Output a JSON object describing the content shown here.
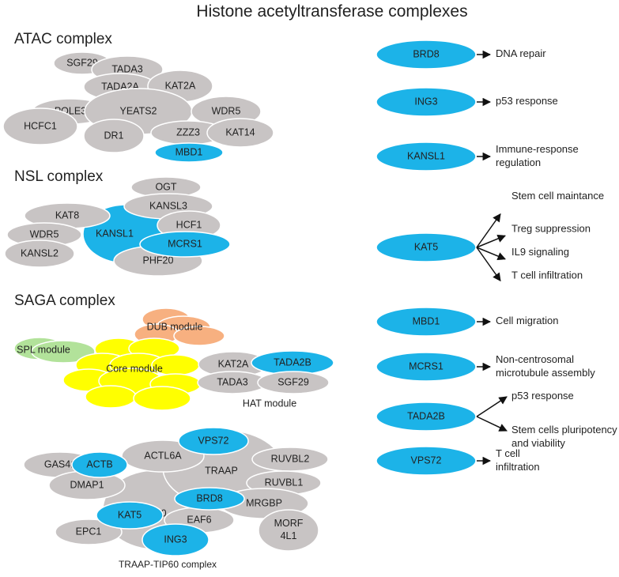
{
  "title": "Histone acetyltransferase complexes",
  "colors": {
    "grey": "#c8c4c4",
    "blue": "#1cb3e8",
    "orange": "#f7b080",
    "green": "#b2e29a",
    "yellow": "#ffff00",
    "outline": "#ffffff",
    "arrow": "#111111"
  },
  "atac": {
    "heading": "ATAC complex",
    "subunits": [
      {
        "label": "SGF29",
        "color": "grey"
      },
      {
        "label": "TADA3",
        "color": "grey"
      },
      {
        "label": "TADA2A",
        "color": "grey"
      },
      {
        "label": "KAT2A",
        "color": "grey"
      },
      {
        "label": "POLE3",
        "color": "grey"
      },
      {
        "label": "YEATS2",
        "color": "grey"
      },
      {
        "label": "WDR5",
        "color": "grey"
      },
      {
        "label": "HCFC1",
        "color": "grey"
      },
      {
        "label": "DR1",
        "color": "grey"
      },
      {
        "label": "ZZZ3",
        "color": "grey"
      },
      {
        "label": "KAT14",
        "color": "grey"
      },
      {
        "label": "MBD1",
        "color": "blue"
      }
    ]
  },
  "nsl": {
    "heading": "NSL complex",
    "subunits": [
      {
        "label": "OGT",
        "color": "grey"
      },
      {
        "label": "KANSL3",
        "color": "grey"
      },
      {
        "label": "HCF1",
        "color": "grey"
      },
      {
        "label": "KAT8",
        "color": "grey"
      },
      {
        "label": "WDR5",
        "color": "grey"
      },
      {
        "label": "KANSL2",
        "color": "grey"
      },
      {
        "label": "PHF20",
        "color": "grey"
      },
      {
        "label": "KANSL1",
        "color": "blue"
      },
      {
        "label": "MCRS1",
        "color": "blue"
      }
    ]
  },
  "saga": {
    "heading": "SAGA complex",
    "modules": {
      "dub": "DUB module",
      "spl": "SPL module",
      "core": "Core module",
      "hat": "HAT module"
    },
    "hat_subunits": [
      {
        "label": "KAT2A",
        "color": "grey"
      },
      {
        "label": "TADA2B",
        "color": "blue"
      },
      {
        "label": "TADA3",
        "color": "grey"
      },
      {
        "label": "SGF29",
        "color": "grey"
      }
    ]
  },
  "traap": {
    "caption": "TRAAP-TIP60 complex",
    "subunits": [
      {
        "label": "P400",
        "color": "grey"
      },
      {
        "label": "TRAAP",
        "color": "grey"
      },
      {
        "label": "ACTL6A",
        "color": "grey"
      },
      {
        "label": "GAS41",
        "color": "grey"
      },
      {
        "label": "DMAP1",
        "color": "grey"
      },
      {
        "label": "RUVBL2",
        "color": "grey"
      },
      {
        "label": "RUVBL1",
        "color": "grey"
      },
      {
        "label": "MRGBP",
        "color": "grey"
      },
      {
        "label": "MORF 4L1",
        "color": "grey"
      },
      {
        "label": "EAF6",
        "color": "grey"
      },
      {
        "label": "EPC1",
        "color": "grey"
      },
      {
        "label": "VPS72",
        "color": "blue"
      },
      {
        "label": "ACTB",
        "color": "blue"
      },
      {
        "label": "BRD8",
        "color": "blue"
      },
      {
        "label": "KAT5",
        "color": "blue"
      },
      {
        "label": "ING3",
        "color": "blue"
      }
    ]
  },
  "functions": [
    {
      "protein": "BRD8",
      "targets": [
        "DNA repair"
      ]
    },
    {
      "protein": "ING3",
      "targets": [
        "p53 response"
      ]
    },
    {
      "protein": "KANSL1",
      "targets": [
        "Immune-response regulation"
      ]
    },
    {
      "protein": "KAT5",
      "targets": [
        "Stem cell maintance",
        "Treg suppression",
        "IL9 signaling",
        "T cell  infiltration"
      ]
    },
    {
      "protein": "MBD1",
      "targets": [
        "Cell migration"
      ]
    },
    {
      "protein": "MCRS1",
      "targets": [
        "Non-centrosomal microtubule assembly"
      ]
    },
    {
      "protein": "TADA2B",
      "targets": [
        "p53 response",
        "Stem cells pluripotency and viability"
      ]
    },
    {
      "protein": "VPS72",
      "targets": [
        "T cell infiltration"
      ]
    }
  ]
}
